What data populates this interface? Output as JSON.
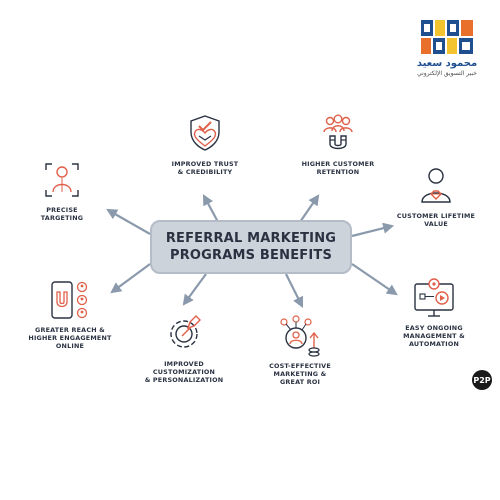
{
  "colors": {
    "accent": "#e0604a",
    "line": "#2a3242",
    "arrow": "#8a9aac",
    "center_fill": "#cdd3da",
    "brand_blue": "#1f4f8f",
    "brand_yellow": "#f4c430",
    "brand_orange": "#e8702a"
  },
  "logo": {
    "name": "محمود سعيد",
    "subtitle": "خبير التسويق الإلكتروني"
  },
  "center": {
    "line1": "REFERRAL MARKETING",
    "line2": "PROGRAMS BENEFITS"
  },
  "nodes": {
    "trust": {
      "icon": "heart-handshake-icon",
      "line1": "IMPROVED TRUST",
      "line2": "& CREDIBILITY"
    },
    "retention": {
      "icon": "people-magnet-icon",
      "line1": "HIGHER CUSTOMER",
      "line2": "RETENTION"
    },
    "targeting": {
      "icon": "target-person-icon",
      "line1": "PRECISE",
      "line2": "TARGETING"
    },
    "lifetime": {
      "icon": "person-diamond-icon",
      "line1": "CUSTOMER LIFETIME",
      "line2": "VALUE"
    },
    "reach": {
      "icon": "phone-magnet-icon",
      "line1": "GREATER REACH &",
      "line2": "HIGHER ENGAGEMENT",
      "line3": "ONLINE"
    },
    "automation": {
      "icon": "monitor-gear-icon",
      "line1": "EASY ONGOING",
      "line2": "MANAGEMENT &",
      "line3": "AUTOMATION"
    },
    "customization": {
      "icon": "gear-pencil-icon",
      "line1": "IMPROVED",
      "line2": "CUSTOMIZATION",
      "line3": "& PERSONALIZATION"
    },
    "roi": {
      "icon": "network-coins-icon",
      "line1": "COST-EFFECTIVE",
      "line2": "MARKETING &",
      "line3": "GREAT ROI"
    }
  },
  "badge": {
    "text": "P2P"
  }
}
